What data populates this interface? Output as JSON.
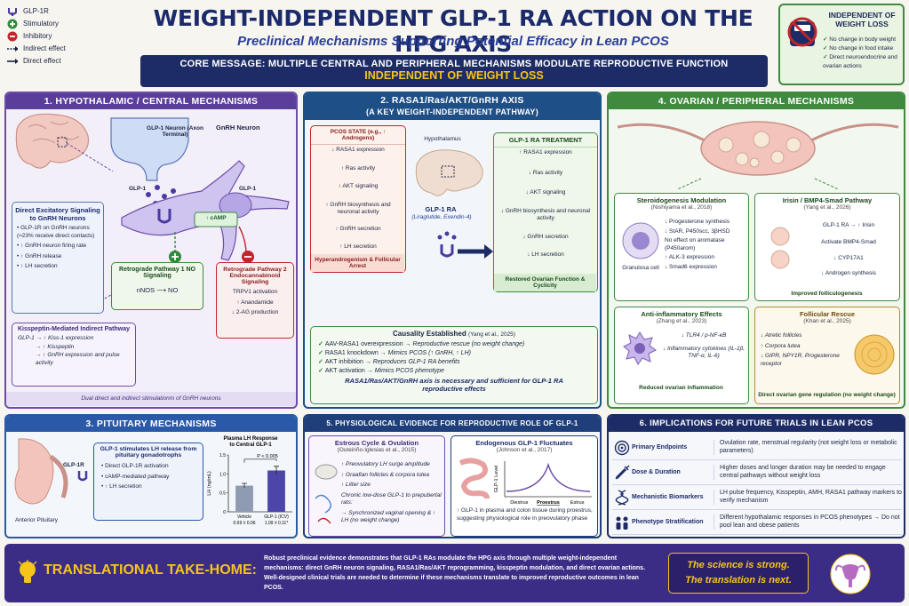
{
  "legend": [
    {
      "symbol": "receptor",
      "label": "GLP-1R"
    },
    {
      "symbol": "+",
      "label": "Stimulatory",
      "color": "#2f8a3a"
    },
    {
      "symbol": "−",
      "label": "Inhibitory",
      "color": "#c0262c"
    },
    {
      "symbol": "dashed-arrow",
      "label": "Indirect effect"
    },
    {
      "symbol": "solid-arrow",
      "label": "Direct effect"
    }
  ],
  "header": {
    "title": "WEIGHT-INDEPENDENT GLP-1 RA ACTION ON THE HPG AXIS",
    "subtitle": "Preclinical Mechanisms Supporting Potential Efficacy in Lean PCOS",
    "core_line1": "CORE MESSAGE: MULTIPLE CENTRAL AND PERIPHERAL MECHANISMS MODULATE REPRODUCTIVE FUNCTION",
    "core_line2": "INDEPENDENT OF WEIGHT LOSS"
  },
  "independent": {
    "title": "INDEPENDENT OF WEIGHT LOSS",
    "items": [
      "No change in body weight",
      "No change in food intake",
      "Direct neuroendocrine and ovarian actions"
    ]
  },
  "p1": {
    "title": "1. HYPOTHALAMIC / CENTRAL MECHANISMS",
    "glp1_neuron": "GLP-1 Neuron (Axon Terminal)",
    "gnrh_neuron": "GnRH Neuron",
    "glp1_label": "GLP-1",
    "glp1_label2": "GLP-1",
    "camp": "↑ cAMP",
    "direct_title": "Direct Excitatory Signaling to GnRH Neurons",
    "direct_items": [
      "GLP-1R on GnRH neurons (≈23% receive direct contacts)",
      "↑ GnRH neuron firing rate",
      "↑ GnRH release",
      "↑ LH secretion"
    ],
    "retro1_title": "Retrograde Pathway 1 NO Signaling",
    "retro1_flow": "nNOS ⟶ NO",
    "retro2_title": "Retrograde Pathway 2 Endocannabinoid Signaling",
    "retro2_items": [
      "TRPV1 activation",
      "↑ Anandamide",
      "↓ 2-AG production"
    ],
    "kiss_title": "Kisspeptin-Mediated Indirect Pathway",
    "kiss_items": [
      "GLP-1 → ↑ Kiss-1 expression",
      "→ ↑ Kisspeptin",
      "→ ↑ GnRH expression and pulse activity"
    ],
    "footer": "Dual direct and indirect stimulationm of GnRH neurons"
  },
  "p2": {
    "title": "2. RASA1/Ras/AKT/GnRH AXIS",
    "subtitle": "(A KEY WEIGHT-INDEPENDENT PATHWAY)",
    "pcos_title": "PCOS STATE (e.g., ↑ Androgens)",
    "pcos_items": [
      "↓ RASA1 expression",
      "↑ Ras activity",
      "↑ AKT signaling",
      "↑ GnRH biosynthesis and neuronal activity",
      "↑ GnRH secretion",
      "↑ LH secretion"
    ],
    "pcos_footer": "Hyperandrogenism & Follicular Arrest",
    "hypothalamus": "Hypothalamus",
    "glp1ra": "GLP-1 RA",
    "glp1ra_examples": "(Liraglutide, Exendin-4)",
    "treat_title": "GLP-1 RA TREATMENT",
    "treat_items": [
      "↑ RASA1 expression",
      "↓ Ras activity",
      "↓ AKT signaling",
      "↓ GnRH biosynthesis and neuronal activity",
      "↓ GnRH secretion",
      "↓ LH secretion"
    ],
    "treat_footer": "Restored Ovarian Function & Cyclicity",
    "causality_title": "Causality Established",
    "causality_ref": "(Yang et al., 2025)",
    "causality_items": [
      {
        "a": "AAV-RASA1 overexpression",
        "b": "Reproductive rescue (no weight change)"
      },
      {
        "a": "RASA1 knockdown",
        "b": "Mimics PCOS (↑ GnRH, ↑ LH)"
      },
      {
        "a": "AKT inhibition",
        "b": "Reproduces GLP-1 RA benefits"
      },
      {
        "a": "AKT activation",
        "b": "Mimics PCOS phenotype"
      }
    ],
    "causality_footer": "RASA1/Ras/AKT/GnRH axis is necessary and sufficient for GLP-1 RA reproductive effects"
  },
  "p4": {
    "title": "4. OVARIAN / PERIPHERAL MECHANISMS",
    "steroid_title": "Steroidogenesis Modulation",
    "steroid_ref": "(Nishiyama et al., 2018)",
    "steroid_items": [
      "↓ Progesterone synthesis",
      "↓ StAR, P450scc, 3βHSD",
      "No effect on aromatase (P450arom)",
      "↑ ALK-3 expression",
      "↓ Smad6 expression"
    ],
    "granulosa": "Granulosa cell",
    "irisin_title": "Irisin / BMP4-Smad Pathway",
    "irisin_ref": "(Yang et al., 2026)",
    "irisin_items": [
      "GLP-1 RA → ↑ Irisin",
      "Activate BMP4-Smad",
      "↓ CYP17A1",
      "↓ Androgen synthesis"
    ],
    "irisin_footer": "Improved folliculogenesis",
    "anti_title": "Anti-inflammatory Effects",
    "anti_ref": "(Zhang et al., 2023)",
    "anti_items": [
      "↓ TLR4 / p-NF-κB",
      "↓ Inflammatory cytokines (IL-1β, TNF-α, IL-6)"
    ],
    "anti_footer": "Reduced ovarian inflammation",
    "rescue_title": "Follicular Rescue",
    "rescue_ref": "(Khan et al., 2025)",
    "rescue_items": [
      "↓ Atretic follicles",
      "↑ Corpora lutea",
      "↓ GIPR, NPY1R, Progesterone receptor"
    ],
    "rescue_footer": "Direct ovarian gene regulation (no weight change)"
  },
  "p3": {
    "title": "3. PITUITARY MECHANISMS",
    "glp1r": "GLP-1R",
    "pituitary": "Anterior Pituitary",
    "box_title": "GLP-1 stimulates LH release from pituitary gonadotrophs",
    "box_items": [
      "Direct GLP-1R activation",
      "cAMP-mediated pathway",
      "↑ LH secretion"
    ]
  },
  "chart_data": {
    "type": "bar",
    "title": "Plasma LH Response to Central GLP-1",
    "ylabel": "LH (ng/mL)",
    "categories": [
      "Vehicle",
      "GLP-1 (ICV)"
    ],
    "category_values": [
      "0.69 ± 0.06",
      "1.09 ± 0.11*"
    ],
    "values": [
      0.69,
      1.09
    ],
    "errors": [
      0.06,
      0.11
    ],
    "ylim": [
      0,
      1.5
    ],
    "yticks": [
      "0",
      "0.5",
      "1.0",
      "1.5"
    ],
    "annotation": "P < 0.005",
    "colors": [
      "#8f9bb3",
      "#4b46a8"
    ]
  },
  "p5": {
    "title": "5. PHYSIOLOGICAL EVIDENCE FOR REPRODUCTIVE ROLE OF GLP-1",
    "estrous_title": "Estrous Cycle & Ovulation",
    "estrous_ref": "(Outeiriño-Iglesias et al., 2015)",
    "estrous_items": [
      "↑ Preovulatory LH surge amplitude",
      "↑ Graafian follicles & corpora lutea",
      "↑ Litter size",
      "Chronic low-dose GLP-1 to prepubertal rats:",
      "→ Synchronized vaginal opening & ↑ LH (no weight change)"
    ],
    "endog_title": "Endogenous GLP-1 Fluctuates",
    "endog_ref": "(Johnson et al., 2017)",
    "curve_ylabel": "GLP-1 Level",
    "curve_x": [
      "Diestrus",
      "Proestrus",
      "Estrus"
    ],
    "endog_footer": "↑ GLP-1 in plasma and colon tissue during proestrus, suggesting physiological role in preovulatory phase"
  },
  "p6": {
    "title": "6. IMPLICATIONS FOR FUTURE TRIALS IN LEAN PCOS",
    "rows": [
      {
        "icon": "target-icon",
        "label": "Primary Endpoints",
        "text": "Ovulation rate, menstrual regularity (not weight loss or metabolic parameters)"
      },
      {
        "icon": "syringe-icon",
        "label": "Dose & Duration",
        "text": "Higher doses and longer duration may be needed to engage central pathways without weight loss"
      },
      {
        "icon": "dna-icon",
        "label": "Mechanistic Biomarkers",
        "text": "LH pulse frequency, Kisspeptin, AMH, RASA1 pathway markers to verify mechanism"
      },
      {
        "icon": "people-icon",
        "label": "Phenotype Stratification",
        "text": "Different hypothalamic responses in PCOS phenotypes → Do not pool lean and obese patients"
      }
    ]
  },
  "takehome": {
    "title": "TRANSLATIONAL TAKE-HOME:",
    "text1": "Robust preclinical evidence demonstrates that GLP-1 RAs modulate the HPG axis through multiple weight-independent mechanisms: direct GnRH neuron signaling, RASA1/Ras/AKT reprogramming, kisspeptin modulation, and direct ovarian actions.",
    "text2": "Well-designed clinical trials are needed to determine if these mechanisms translate to improved reproductive outcomes in lean PCOS.",
    "box1": "The science is strong.",
    "box2": "The translation is next."
  }
}
